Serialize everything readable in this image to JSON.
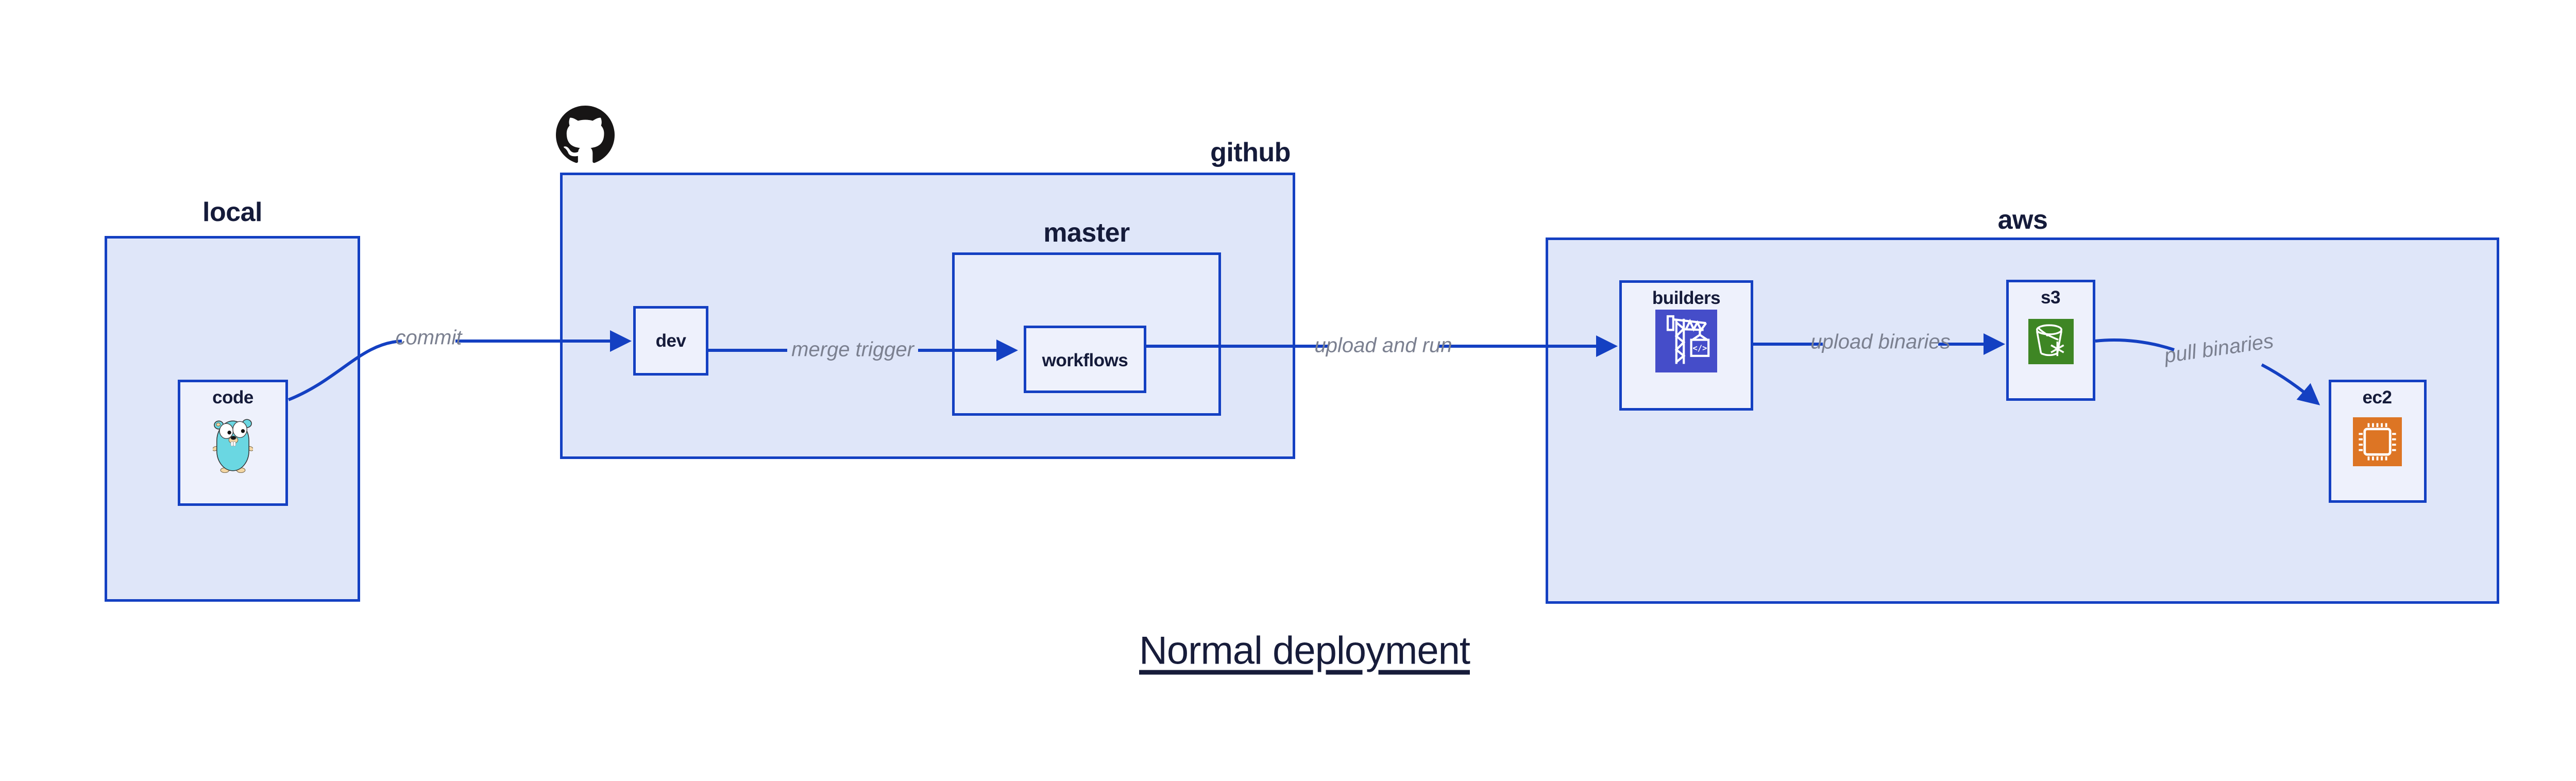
{
  "title": {
    "text": "Normal deployment"
  },
  "groups": {
    "local": {
      "label": "local"
    },
    "github": {
      "label": "github",
      "master": {
        "label": "master"
      }
    },
    "aws": {
      "label": "aws"
    }
  },
  "nodes": {
    "code": {
      "label": "code"
    },
    "dev": {
      "label": "dev"
    },
    "workflows": {
      "label": "workflows"
    },
    "builders": {
      "label": "builders"
    },
    "s3": {
      "label": "s3"
    },
    "ec2": {
      "label": "ec2"
    }
  },
  "edges": [
    {
      "from": "code",
      "to": "dev",
      "label": "commit"
    },
    {
      "from": "dev",
      "to": "workflows",
      "label": "merge trigger"
    },
    {
      "from": "workflows",
      "to": "builders",
      "label": "upload and run"
    },
    {
      "from": "builders",
      "to": "s3",
      "label": "upload binaries"
    },
    {
      "from": "s3",
      "to": "ec2",
      "label": "pull binaries"
    }
  ],
  "icons": {
    "github_logo": "github-octocat",
    "code": "go-gopher-mascot",
    "builders": "codebuild-crane",
    "builders_glyph": "</>",
    "s3": "s3-glacier-bucket",
    "ec2": "ec2-chip"
  },
  "colors": {
    "canvas": "#ffffff",
    "border_blue": "#1440c2",
    "arrow_blue": "#1440c2",
    "fill_group": "#dfe6f9",
    "fill_mid": "#e7ecfb",
    "fill_node": "#eef1fc",
    "text_navy": "#151b3a",
    "title_navy": "#171c3a",
    "text_gray": "#7b8090",
    "icon_codebuild": "#454dc9",
    "icon_s3": "#3e8624",
    "icon_ec2": "#dd7524",
    "gopher_teal": "#6ad7e2",
    "gopher_beige": "#f3d6a4",
    "octocat_black": "#171515"
  }
}
